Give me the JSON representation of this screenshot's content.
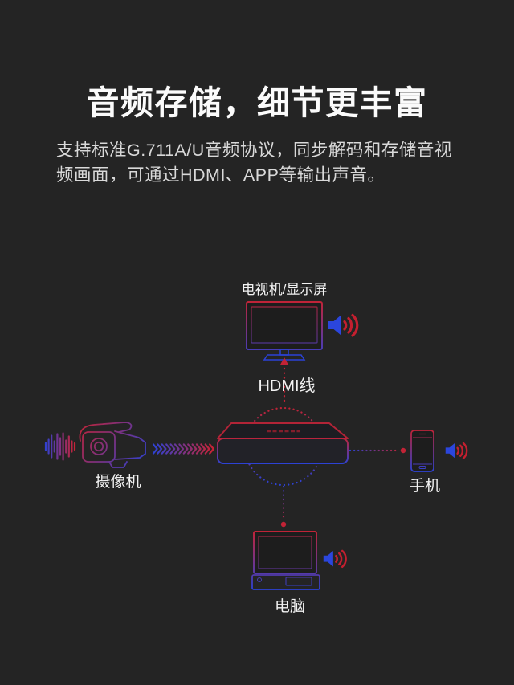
{
  "colors": {
    "background": "#242424",
    "accent_red": "#c22336",
    "accent_blue": "#2b42d6",
    "title_text": "#fbfbfb",
    "body_text": "#d9d9d9"
  },
  "header": {
    "title": "音频存储，细节更丰富",
    "description_line1": "支持标准G.711A/U音频协议，同步解码和存储音视",
    "description_line2": "频画面，可通过HDMI、APP等输出声音。"
  },
  "diagram": {
    "tv_label": "电视机/显示屏",
    "hdmi_label": "HDMI线",
    "camera_label": "摄像机",
    "phone_label": "手机",
    "pc_label": "电脑"
  }
}
